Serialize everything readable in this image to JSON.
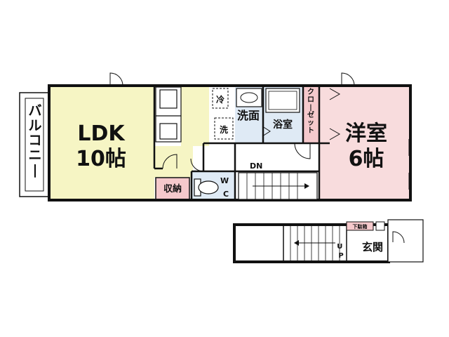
{
  "colors": {
    "ldk_fill": "#f6f5c4",
    "bedroom_fill": "#f8dcdd",
    "storage_fill": "#f5c9cc",
    "wet_area_fill": "#dfeaf5",
    "wall": "#111111"
  },
  "rooms": {
    "balcony": "バルコニー",
    "ldk_name": "LDK",
    "ldk_size": "10帖",
    "bedroom_name": "洋室",
    "bedroom_size": "6帖",
    "closet": "クローゼット",
    "bath": "浴室",
    "washroom": "洗面",
    "washer": "洗",
    "fridge": "冷",
    "storage": "収納",
    "wc_w": "W",
    "wc_c": "C",
    "entrance": "玄関",
    "shoe_box": "下駄箱"
  },
  "stairs": {
    "down": "DN",
    "up_u": "U",
    "up_p": "P"
  }
}
